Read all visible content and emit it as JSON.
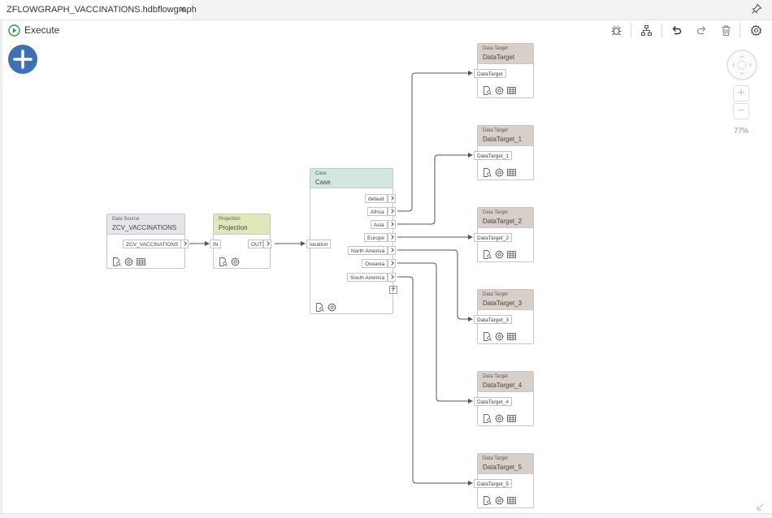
{
  "tab": {
    "title": "ZFLOWGRAPH_VACCINATIONS.hdbflowgraph",
    "close": "×"
  },
  "toolbar": {
    "execute_label": "Execute"
  },
  "zoom": {
    "level": "77%"
  },
  "colors": {
    "datasource_header": "#e4e7ea",
    "projection_header": "#e1e8b8",
    "case_header": "#d3e6e0",
    "target_header": "#d9cfca",
    "edge": "#555555",
    "execute_green": "#2e9b3e",
    "add_button": "#3f6fb5"
  },
  "nodes": {
    "source": {
      "type": "Data Source",
      "name": "ZCV_VACCINATIONS",
      "port": "ZCV_VACCINATIONS"
    },
    "projection": {
      "type": "Projection",
      "name": "Projection",
      "in_port": "IN",
      "out_port": "OUT"
    },
    "case": {
      "type": "Case",
      "name": "Case",
      "in_port": "location",
      "outputs": [
        "default",
        "Africa",
        "Asia",
        "Europe",
        "North America",
        "Oceania",
        "South America"
      ]
    },
    "targets": [
      {
        "type": "Data Target",
        "name": "DataTarget",
        "port": "DataTarget"
      },
      {
        "type": "Data Target",
        "name": "DataTarget_1",
        "port": "DataTarget_1"
      },
      {
        "type": "Data Target",
        "name": "DataTarget_2",
        "port": "DataTarget_2"
      },
      {
        "type": "Data Target",
        "name": "DataTarget_3",
        "port": "DataTarget_3"
      },
      {
        "type": "Data Target",
        "name": "DataTarget_4",
        "port": "DataTarget_4"
      },
      {
        "type": "Data Target",
        "name": "DataTarget_5",
        "port": "DataTarget_5"
      }
    ]
  },
  "icons": {
    "toolbar": [
      "debug-icon",
      "auto-layout-icon",
      "undo-icon",
      "redo-icon",
      "delete-icon",
      "settings-icon"
    ],
    "node": [
      "preview-data-icon",
      "node-settings-icon",
      "table-icon"
    ]
  }
}
